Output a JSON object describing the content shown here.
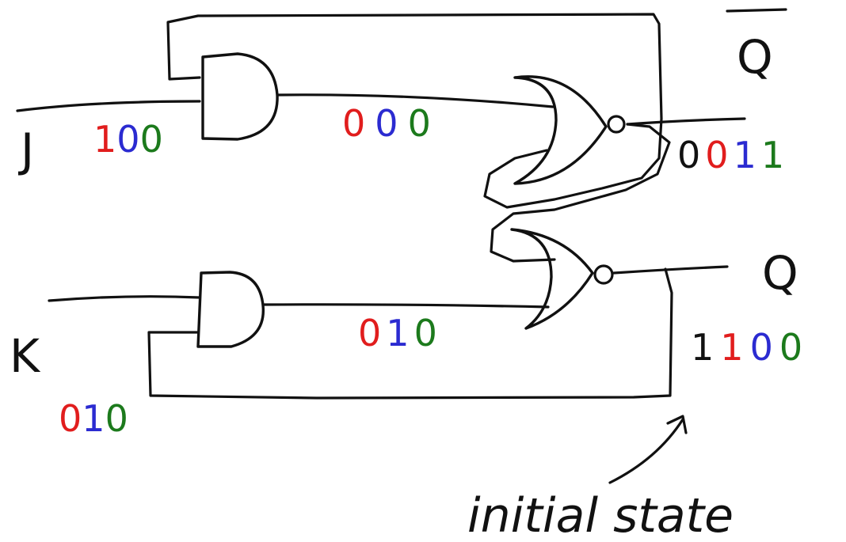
{
  "labels": {
    "q_bar": "Q",
    "q": "Q",
    "j": "J",
    "k": "K",
    "annotation": "initial state"
  },
  "colors": {
    "ink": "#111111",
    "red": "#e11d1d",
    "blue": "#2b2bd1",
    "green": "#1c7a1c"
  },
  "bit_sequences": {
    "j_input": [
      {
        "bit": "1",
        "color": "red"
      },
      {
        "bit": "0",
        "color": "blue"
      },
      {
        "bit": "0",
        "color": "green"
      }
    ],
    "and_top_out": [
      {
        "bit": "0",
        "color": "red"
      },
      {
        "bit": "0",
        "color": "blue"
      },
      {
        "bit": "0",
        "color": "green"
      }
    ],
    "q_bar_out": [
      {
        "bit": "0",
        "color": "ink"
      },
      {
        "bit": "0",
        "color": "red"
      },
      {
        "bit": "1",
        "color": "blue"
      },
      {
        "bit": "1",
        "color": "green"
      }
    ],
    "and_bottom_out": [
      {
        "bit": "0",
        "color": "red"
      },
      {
        "bit": "1",
        "color": "blue"
      },
      {
        "bit": "0",
        "color": "green"
      }
    ],
    "q_out": [
      {
        "bit": "1",
        "color": "ink"
      },
      {
        "bit": "1",
        "color": "red"
      },
      {
        "bit": "0",
        "color": "blue"
      },
      {
        "bit": "0",
        "color": "green"
      }
    ],
    "k_input": [
      {
        "bit": "0",
        "color": "red"
      },
      {
        "bit": "1",
        "color": "blue"
      },
      {
        "bit": "0",
        "color": "green"
      }
    ]
  }
}
